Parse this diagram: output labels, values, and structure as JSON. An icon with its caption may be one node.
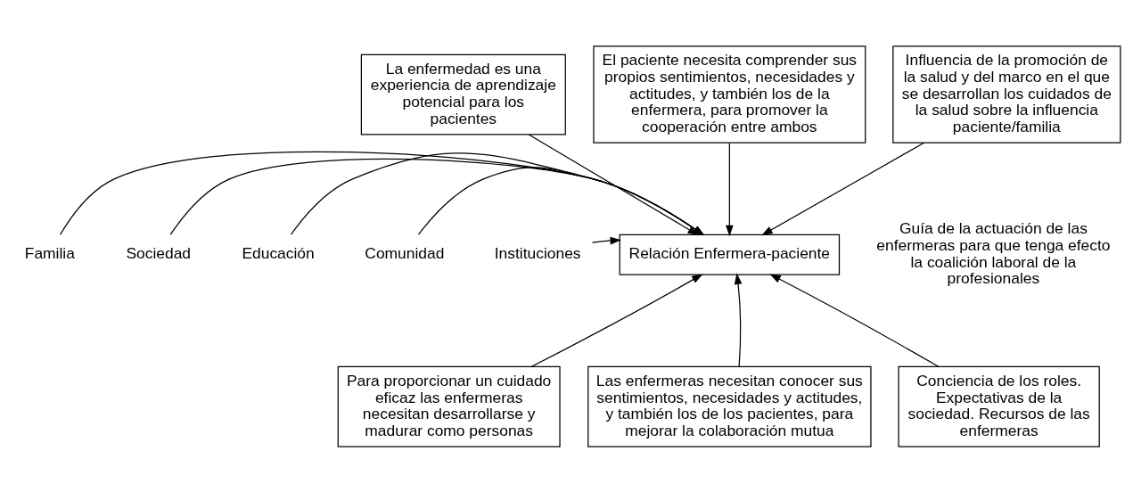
{
  "diagram": {
    "nodes": [
      {
        "text": [
          "La enfermedad es una experiencia de aprendizaje potencial para los pacientes"
        ]
      },
      {
        "text": [
          "El paciente necesita comprender sus propios sentimientos, necesidades y actitudes, y también los de la enfermera, para promover la cooperación entre ambos"
        ]
      },
      {
        "text": [
          "Influencia de la promoción de la salud y del marco en el que se desarrollan los cuidados de la salud sobre la influencia paciente/familia"
        ]
      },
      {
        "text": [
          "Familia"
        ]
      },
      {
        "text": [
          "Sociedad"
        ]
      },
      {
        "text": [
          "Educación"
        ]
      },
      {
        "text": [
          "Comunidad"
        ]
      },
      {
        "text": [
          "Instituciones"
        ]
      },
      {
        "text": [
          "Relación Enfermera-paciente"
        ]
      },
      {
        "text": [
          "Para proporcionar un cuidado eficaz las enfermeras necesitan desarrollarse y madurar como personas"
        ]
      },
      {
        "text": [
          "Las enfermeras necesitan conocer sus sentimientos, necesidades y actitudes, y también los de los pacientes, para mejorar la colaboración mutua"
        ]
      },
      {
        "text": [
          "Conciencia de los roles. Expectativas de la sociedad. Recursos de las enfermeras"
        ]
      }
    ],
    "edges": [
      {
        "from": 0,
        "to": 8,
        "arrow": "to"
      },
      {
        "from": 1,
        "to": 8,
        "arrow": "to"
      },
      {
        "from": 2,
        "to": 8,
        "arrow": "to"
      },
      {
        "from": 3,
        "to": 8,
        "arrow": "to"
      },
      {
        "from": 4,
        "to": 8,
        "arrow": "to"
      },
      {
        "from": 5,
        "to": 8,
        "arrow": "to"
      },
      {
        "from": 6,
        "to": 8,
        "arrow": "to"
      },
      {
        "from": 7,
        "to": 8,
        "arrow": "to"
      },
      {
        "from": 9,
        "to": 8,
        "arrow": "to"
      },
      {
        "from": 10,
        "to": 8,
        "arrow": "to"
      },
      {
        "from": 11,
        "to": 8,
        "arrow": "to"
      }
    ],
    "labels": [
      "Guía de la actuación de las enfermeras para que tenga efecto la coalición laboral de la profesionales"
    ]
  }
}
